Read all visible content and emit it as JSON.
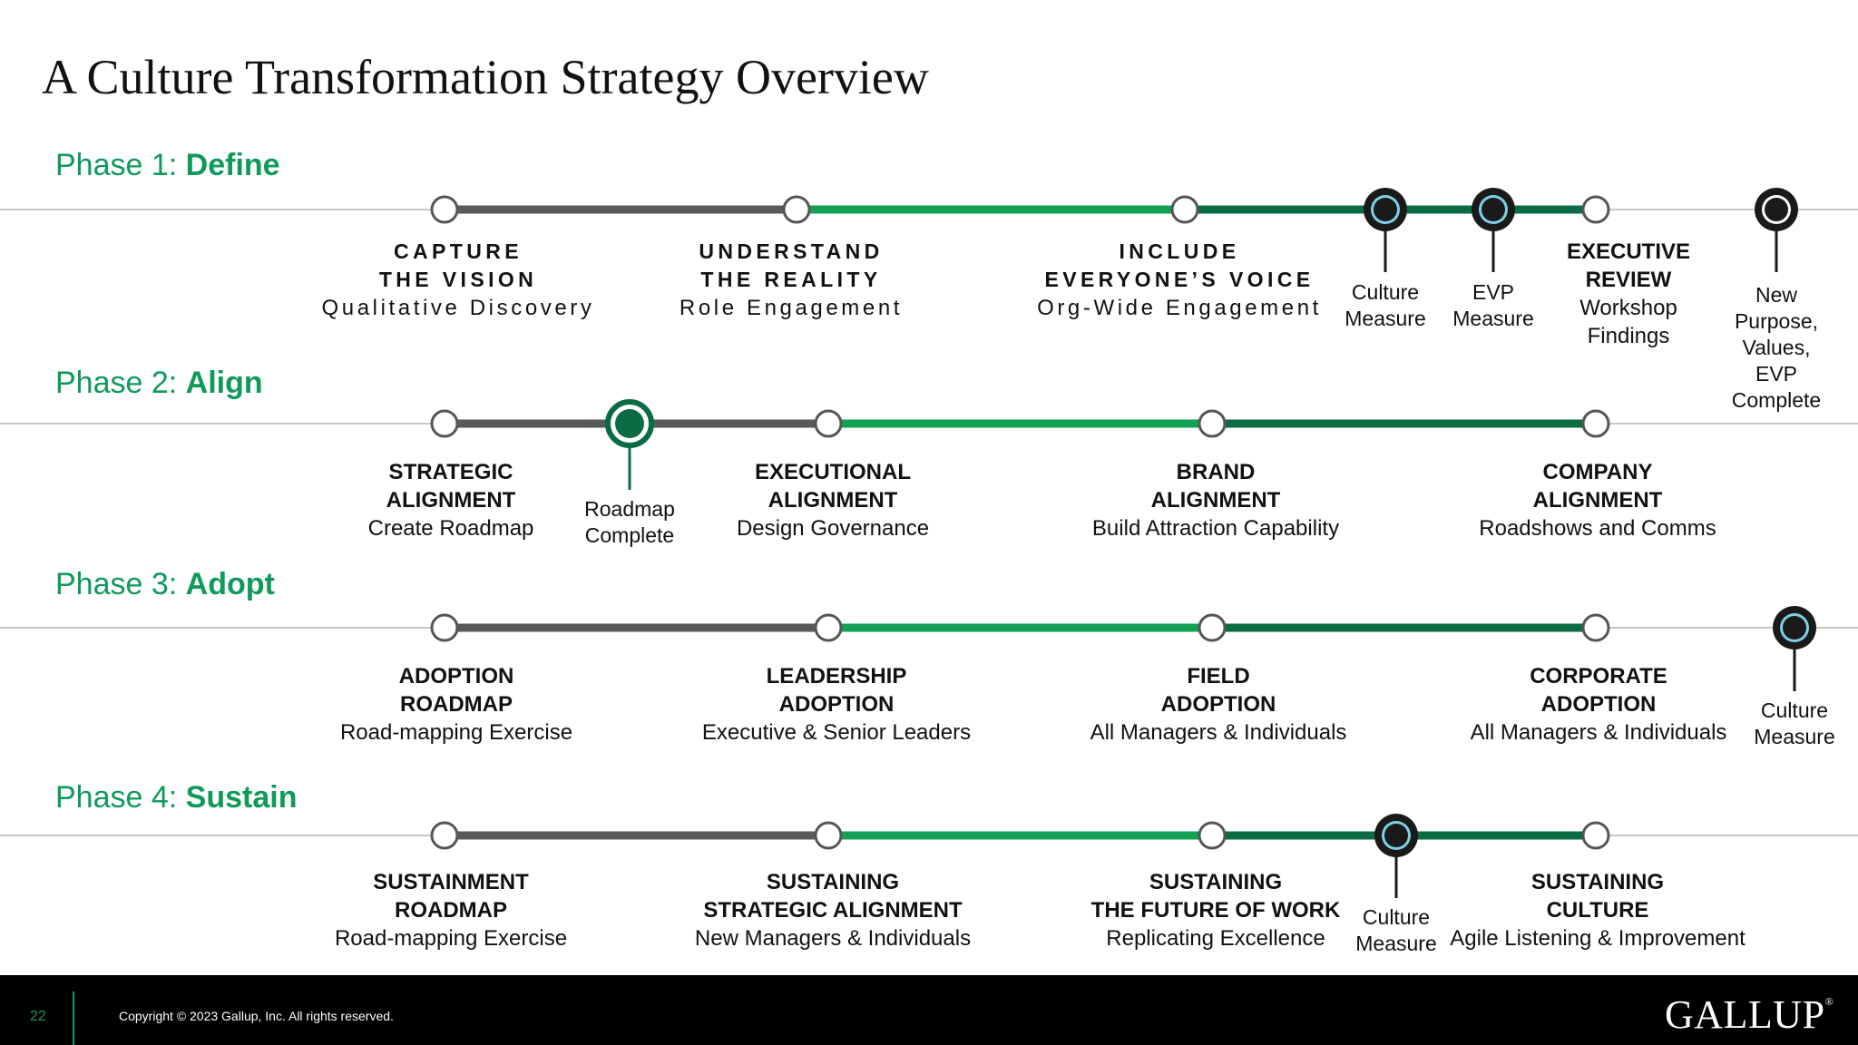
{
  "title": "A Culture Transformation Strategy Overview",
  "colors": {
    "gray": "#58595b",
    "green": "#13a155",
    "dark_green": "#0b6b43",
    "milestone_dark": "#1a1a1a",
    "milestone_teal": "#7fd0e6",
    "phase_label": "#0f9a5a"
  },
  "phases": [
    {
      "prefix": "Phase 1: ",
      "name": "Define",
      "stages": [
        {
          "title_lines": [
            "CAPTURE",
            "THE VISION"
          ],
          "subtitle": "Qualitative Discovery"
        },
        {
          "title_lines": [
            "UNDERSTAND",
            "THE REALITY"
          ],
          "subtitle": "Role Engagement"
        },
        {
          "title_lines": [
            "INCLUDE",
            "EVERYONE’S VOICE"
          ],
          "subtitle": "Org-Wide Engagement"
        },
        {
          "title_lines": [
            "EXECUTIVE",
            "REVIEW"
          ],
          "subtitle_lines": [
            "Workshop",
            "Findings"
          ]
        }
      ],
      "milestones": [
        {
          "label_lines": [
            "Culture",
            "Measure"
          ],
          "style": "teal"
        },
        {
          "label_lines": [
            "EVP",
            "Measure"
          ],
          "style": "teal"
        },
        {
          "label_lines": [
            "New Purpose,",
            "Values, EVP",
            "Complete"
          ],
          "style": "dark"
        }
      ]
    },
    {
      "prefix": "Phase 2: ",
      "name": "Align",
      "stages": [
        {
          "title_lines": [
            "STRATEGIC",
            "ALIGNMENT"
          ],
          "subtitle": "Create Roadmap"
        },
        {
          "title_lines": [
            "EXECUTIONAL",
            "ALIGNMENT"
          ],
          "subtitle": "Design Governance"
        },
        {
          "title_lines": [
            "BRAND",
            "ALIGNMENT"
          ],
          "subtitle": "Build Attraction Capability"
        },
        {
          "title_lines": [
            "COMPANY",
            "ALIGNMENT"
          ],
          "subtitle": "Roadshows and Comms"
        }
      ],
      "milestones": [
        {
          "label_lines": [
            "Roadmap",
            "Complete"
          ],
          "style": "green"
        }
      ]
    },
    {
      "prefix": "Phase 3: ",
      "name": "Adopt",
      "stages": [
        {
          "title_lines": [
            "ADOPTION",
            "ROADMAP"
          ],
          "subtitle": "Road-mapping Exercise"
        },
        {
          "title_lines": [
            "LEADERSHIP",
            "ADOPTION"
          ],
          "subtitle": "Executive & Senior Leaders"
        },
        {
          "title_lines": [
            "FIELD",
            "ADOPTION"
          ],
          "subtitle": "All Managers & Individuals"
        },
        {
          "title_lines": [
            "CORPORATE",
            "ADOPTION"
          ],
          "subtitle": "All Managers & Individuals"
        }
      ],
      "milestones": [
        {
          "label_lines": [
            "Culture",
            "Measure"
          ],
          "style": "teal"
        }
      ]
    },
    {
      "prefix": "Phase 4: ",
      "name": "Sustain",
      "stages": [
        {
          "title_lines": [
            "SUSTAINMENT",
            "ROADMAP"
          ],
          "subtitle": "Road-mapping Exercise"
        },
        {
          "title_lines": [
            "SUSTAINING",
            "STRATEGIC ALIGNMENT"
          ],
          "subtitle": "New Managers & Individuals"
        },
        {
          "title_lines": [
            "SUSTAINING",
            "THE FUTURE OF WORK"
          ],
          "subtitle": "Replicating Excellence"
        },
        {
          "title_lines": [
            "SUSTAINING",
            "CULTURE"
          ],
          "subtitle": "Agile Listening & Improvement"
        }
      ],
      "milestones": [
        {
          "label_lines": [
            "Culture",
            "Measure"
          ],
          "style": "teal"
        }
      ]
    }
  ],
  "footer": {
    "page_number": "22",
    "copyright": "Copyright © 2023 Gallup, Inc. All rights reserved.",
    "logo_text": "GALLUP",
    "logo_mark": "®"
  }
}
